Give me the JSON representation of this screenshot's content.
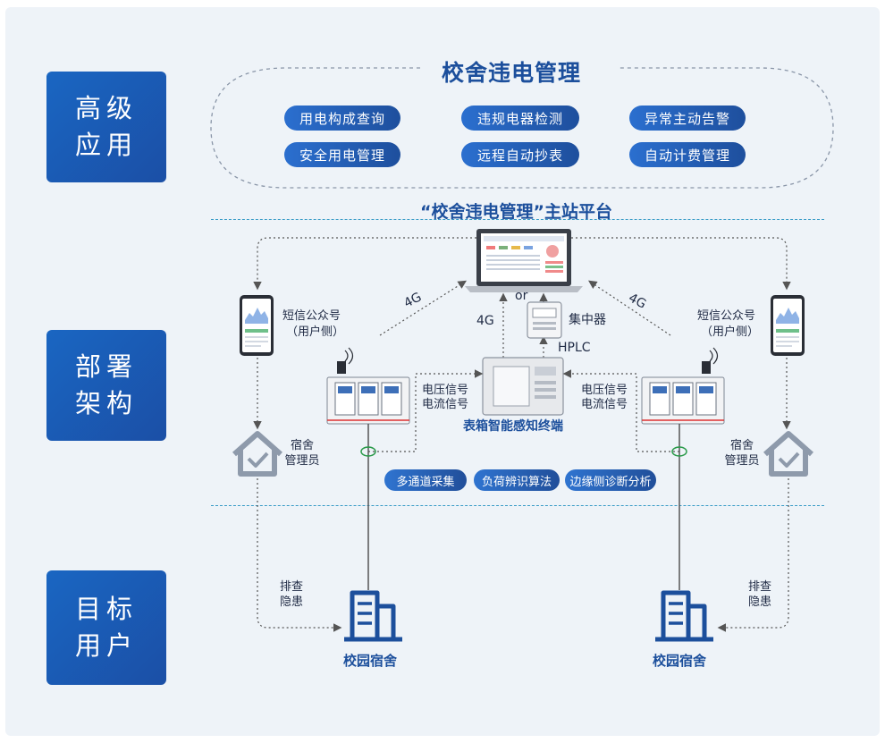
{
  "layers": {
    "advanced": "高级\n应用",
    "deploy": "部署\n架构",
    "target": "目标\n用户"
  },
  "top": {
    "title": "校舍违电管理",
    "features": [
      "用电构成查询",
      "违规电器检测",
      "异常主动告警",
      "安全用电管理",
      "远程自动抄表",
      "自动计费管理"
    ]
  },
  "platform": {
    "title": "“校舍违电管理”主站平台"
  },
  "deploy": {
    "left_phone_label": "短信公众号",
    "left_phone_sub": "（用户侧）",
    "right_phone_label": "短信公众号",
    "right_phone_sub": "（用户侧）",
    "link_4g_left": "4G",
    "link_4g_right": "4G",
    "link_4g_center": "4G",
    "or": "or",
    "concentrator": "集中器",
    "hplc": "HPLC",
    "signal_left_1": "电压信号",
    "signal_left_2": "电流信号",
    "signal_right_1": "电压信号",
    "signal_right_2": "电流信号",
    "terminal": "表箱智能感知终端",
    "manager_left_1": "宿舍",
    "manager_left_2": "管理员",
    "manager_right_1": "宿舍",
    "manager_right_2": "管理员",
    "capabilities": [
      "多通道采集",
      "负荷辨识算法",
      "边缘侧诊断分析"
    ]
  },
  "target": {
    "check_left_1": "排查",
    "check_left_2": "隐患",
    "check_right_1": "排查",
    "check_right_2": "隐患",
    "dorm_left": "校园宿舍",
    "dorm_right": "校园宿舍"
  },
  "colors": {
    "primary": "#1c4f9c",
    "accent": "#2b6fcf",
    "divider": "#3a9cc7",
    "panel": "#eef3f8"
  }
}
